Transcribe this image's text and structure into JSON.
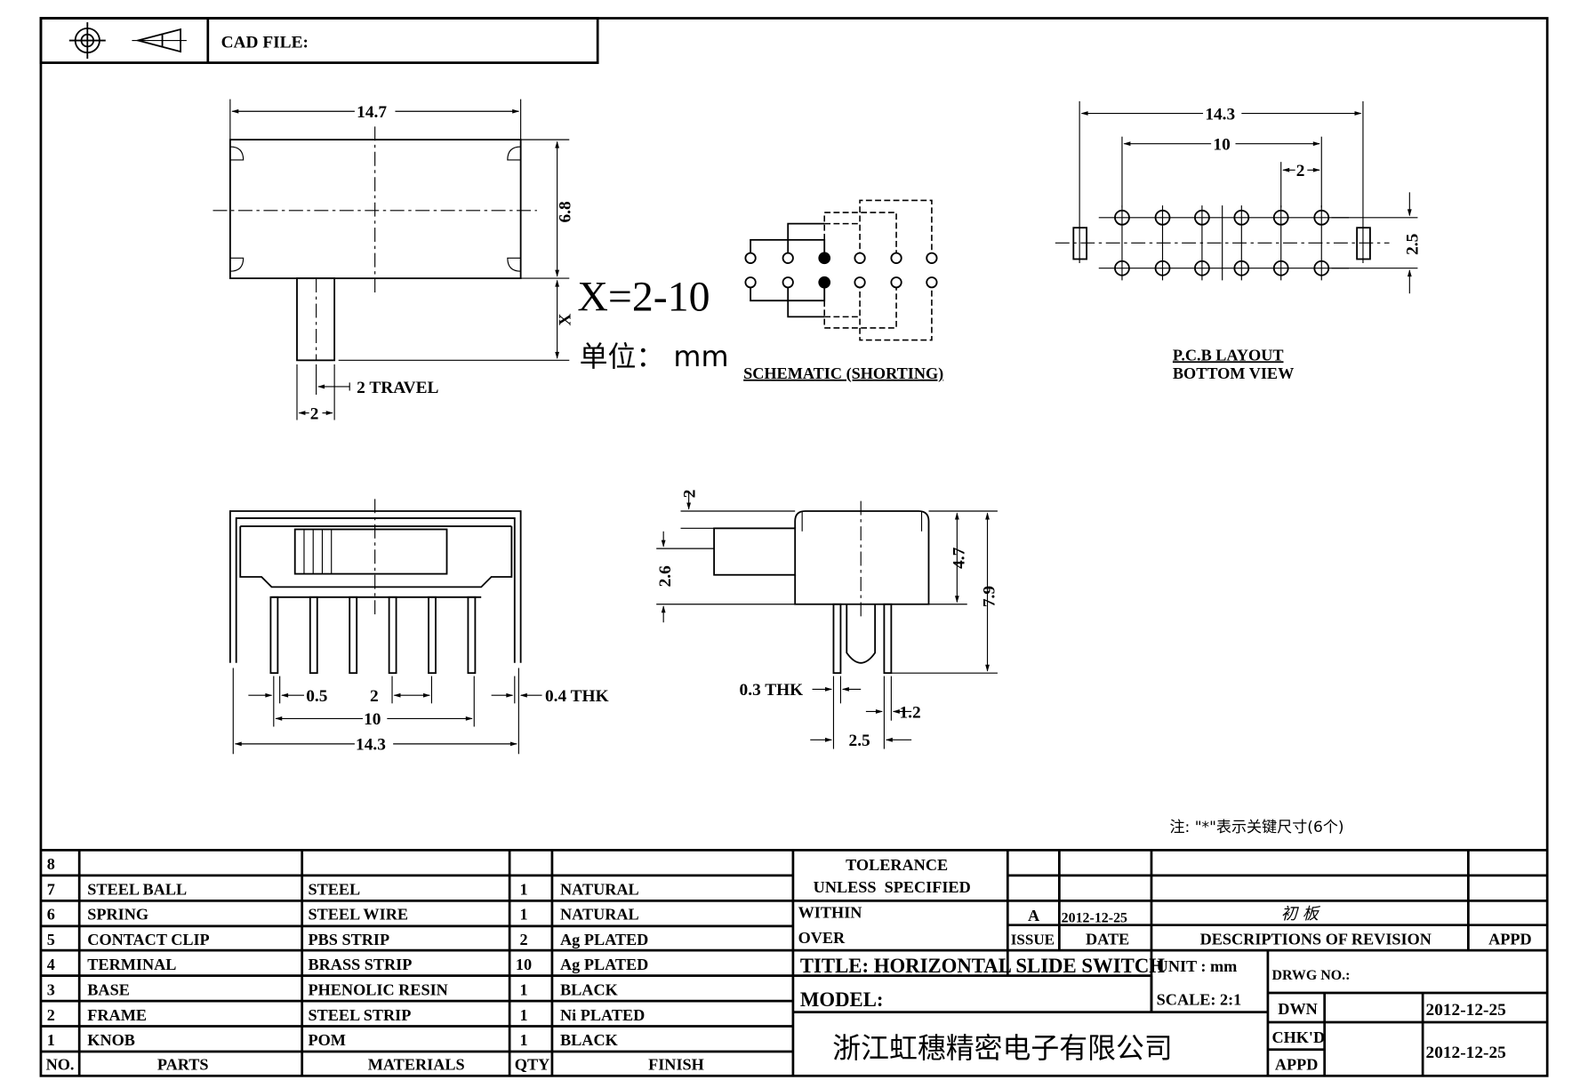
{
  "header": {
    "icons": [
      "crosshair-target-icon",
      "first-angle-projection-icon"
    ],
    "cad_file_label": "CAD FILE:"
  },
  "top_view": {
    "width_dim": "14.7",
    "height_dim": "6.8",
    "knob_dim": "X",
    "travel_label": "2 TRAVEL",
    "knob_width_dim": "2",
    "x_range": "X=2-10",
    "unit_note": "单位： mm"
  },
  "schematic": {
    "label": "SCHEMATIC (SHORTING)"
  },
  "pcb": {
    "overall_dim": "14.3",
    "span_dim": "10",
    "pitch_dim": "2",
    "row_dim": "2.5",
    "label_line1": "P.C.B LAYOUT",
    "label_line2": "BOTTOM VIEW"
  },
  "front_view": {
    "pin_width": "0.5",
    "pitch": "2",
    "thickness": "0.4 THK",
    "span": "10",
    "overall": "14.3"
  },
  "side_view": {
    "knob_offset": "2",
    "knob_height": "2.6",
    "body_height": "4.7",
    "total_height": "7.9",
    "thickness": "0.3 THK",
    "pin_width": "1.2",
    "pin_spacing": "2.5"
  },
  "note": "注: \"*\"表示关键尺寸(6个)",
  "bom": {
    "headers": {
      "no": "NO.",
      "parts": "PARTS",
      "materials": "MATERIALS",
      "qty": "QTY",
      "finish": "FINISH"
    },
    "rows": [
      {
        "no": "8",
        "parts": "",
        "materials": "",
        "qty": "",
        "finish": ""
      },
      {
        "no": "7",
        "parts": "STEEL BALL",
        "materials": "STEEL",
        "qty": "1",
        "finish": "NATURAL"
      },
      {
        "no": "6",
        "parts": "SPRING",
        "materials": "STEEL WIRE",
        "qty": "1",
        "finish": "NATURAL"
      },
      {
        "no": "5",
        "parts": "CONTACT CLIP",
        "materials": "PBS STRIP",
        "qty": "2",
        "finish": "Ag PLATED"
      },
      {
        "no": "4",
        "parts": "TERMINAL",
        "materials": "BRASS STRIP",
        "qty": "10",
        "finish": "Ag PLATED"
      },
      {
        "no": "3",
        "parts": "BASE",
        "materials": "PHENOLIC RESIN",
        "qty": "1",
        "finish": "BLACK"
      },
      {
        "no": "2",
        "parts": "FRAME",
        "materials": "STEEL STRIP",
        "qty": "1",
        "finish": "Ni PLATED"
      },
      {
        "no": "1",
        "parts": "KNOB",
        "materials": "POM",
        "qty": "1",
        "finish": "BLACK"
      }
    ]
  },
  "title_block": {
    "tolerance_1": "TOLERANCE",
    "tolerance_2": "UNLESS  SPECIFIED",
    "within": "WITHIN",
    "over": "OVER",
    "issue_value": "A",
    "date_value": "2012-12-25",
    "revision_desc": "初 板",
    "issue_label": "ISSUE",
    "date_label": "DATE",
    "descriptions_label": "DESCRIPTIONS OF REVISION",
    "appd_label": "APPD",
    "title": "TITLE: HORIZONTAL SLIDE SWITCH",
    "unit": "UNIT : mm",
    "drwg_no": "DRWG NO.:",
    "model": "MODEL:",
    "scale": "SCALE: 2:1",
    "company": "浙江虹穗精密电子有限公司",
    "dwn_label": "DWN",
    "dwn_date": "2012-12-25",
    "chkd_label": "CHK'D",
    "appd2_label": "APPD",
    "chk_date": "2012-12-25"
  }
}
